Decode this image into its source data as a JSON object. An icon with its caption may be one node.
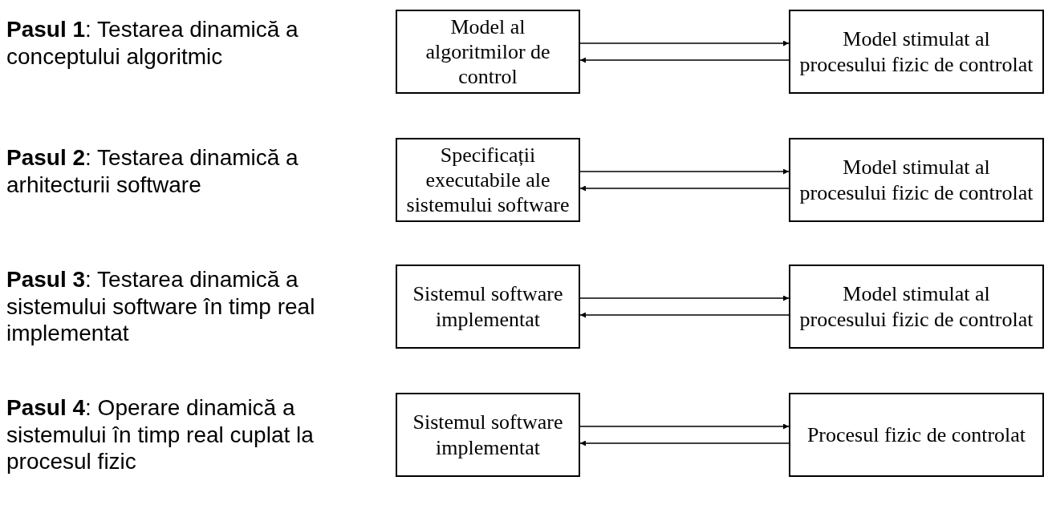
{
  "diagram": {
    "nodes": [
      {
        "text": [
          "Model al algoritmilor de control"
        ]
      },
      {
        "text": [
          "Model stimulat al procesului fizic de controlat"
        ]
      },
      {
        "text": [
          "Specificații executabile ale sistemului software"
        ]
      },
      {
        "text": [
          "Model stimulat al procesului fizic de controlat"
        ]
      },
      {
        "text": [
          "Sistemul software implementat"
        ]
      },
      {
        "text": [
          "Model stimulat al procesului fizic de controlat"
        ]
      },
      {
        "text": [
          "Sistemul software implementat"
        ]
      },
      {
        "text": [
          "Procesul fizic de controlat"
        ]
      }
    ],
    "edges": [
      {
        "from": 0,
        "to": 1,
        "arrow": "to"
      },
      {
        "from": 1,
        "to": 0,
        "arrow": "to"
      },
      {
        "from": 2,
        "to": 3,
        "arrow": "to"
      },
      {
        "from": 3,
        "to": 2,
        "arrow": "to"
      },
      {
        "from": 4,
        "to": 5,
        "arrow": "to"
      },
      {
        "from": 5,
        "to": 4,
        "arrow": "to"
      },
      {
        "from": 6,
        "to": 7,
        "arrow": "to"
      },
      {
        "from": 7,
        "to": 6,
        "arrow": "to"
      }
    ],
    "labels": [
      "**Pasul 1**: Testarea dinamică a conceptului algoritmic",
      "**Pasul 2**: Testarea dinamică a arhitecturii software",
      "**Pasul 3**: Testarea dinamică a sistemului software în timp real implementat",
      "**Pasul 4**: Operare dinamică a sistemului în timp real cuplat la procesul fizic"
    ]
  }
}
